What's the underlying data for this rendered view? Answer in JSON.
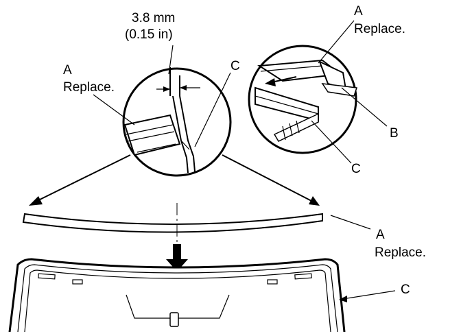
{
  "labels": {
    "dimension_mm": "3.8 mm",
    "dimension_in": "(0.15 in)",
    "left_callout_letter": "A",
    "left_callout_text": "Replace.",
    "left_c": "C",
    "top_right_letter": "A",
    "top_right_text": "Replace.",
    "right_b": "B",
    "right_c": "C",
    "molding_letter": "A",
    "molding_text": "Replace.",
    "windshield_c": "C"
  },
  "colors": {
    "ink": "#000000",
    "paper": "#ffffff"
  }
}
